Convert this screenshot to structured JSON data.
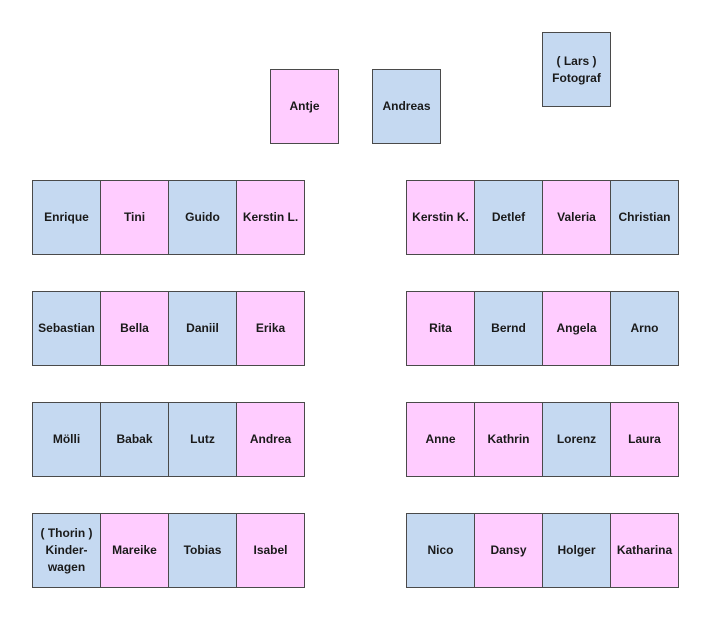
{
  "colors": {
    "pink": "#ffccff",
    "blue": "#c5d9f1",
    "border": "#4a4a4a"
  },
  "head": {
    "antje": "Antje",
    "andreas": "Andreas",
    "lars": "( Lars )\nFotograf"
  },
  "left_tables": [
    [
      "Enrique",
      "Tini",
      "Guido",
      "Kerstin L."
    ],
    [
      "Sebastian",
      "Bella",
      "Daniil",
      "Erika"
    ],
    [
      "Mölli",
      "Babak",
      "Lutz",
      "Andrea"
    ],
    [
      "( Thorin )\nKinder-\nwagen",
      "Mareike",
      "Tobias",
      "Isabel"
    ]
  ],
  "right_tables": [
    [
      "Kerstin K.",
      "Detlef",
      "Valeria",
      "Christian"
    ],
    [
      "Rita",
      "Bernd",
      "Angela",
      "Arno"
    ],
    [
      "Anne",
      "Kathrin",
      "Lorenz",
      "Laura"
    ],
    [
      "Nico",
      "Dansy",
      "Holger",
      "Katharina"
    ]
  ]
}
